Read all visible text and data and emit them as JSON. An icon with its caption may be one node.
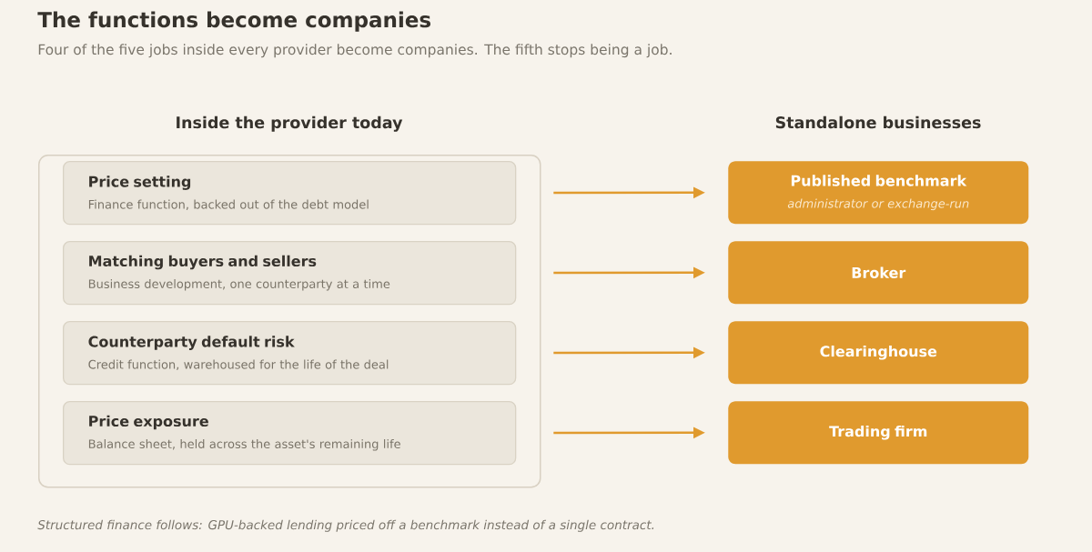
{
  "diagram": {
    "title": "The functions become companies",
    "caption": "Structured finance follows: GPU-backed lending priced off a benchmark instead of a single contract.",
    "nodes": [
      {
        "text": [
          "Inside the provider today"
        ]
      },
      {
        "text": [
          "Price setting",
          "Finance function, backed out of the debt model"
        ],
        "in": 0
      },
      {
        "text": [
          "Matching buyers and sellers",
          "Business development, one counterparty at a time"
        ],
        "in": 0
      },
      {
        "text": [
          "Counterparty default risk",
          "Credit function, warehoused for the life of the deal"
        ],
        "in": 0
      },
      {
        "text": [
          "Price exposure",
          "Balance sheet, held across the asset's remaining life"
        ],
        "in": 0
      },
      {
        "text": [
          "Published benchmark",
          "administrator or exchange-run"
        ]
      },
      {
        "text": [
          "Broker"
        ]
      },
      {
        "text": [
          "Clearinghouse"
        ]
      },
      {
        "text": [
          "Trading firm"
        ]
      }
    ],
    "edges": [
      {
        "from": 1,
        "to": 5,
        "arrow": "to"
      },
      {
        "from": 2,
        "to": 6,
        "arrow": "to"
      },
      {
        "from": 3,
        "to": 7,
        "arrow": "to"
      },
      {
        "from": 4,
        "to": 8,
        "arrow": "to"
      }
    ],
    "labels": [
      "Four of the five jobs inside every provider become companies. The fifth stops being a job.",
      "Standalone businesses"
    ]
  }
}
